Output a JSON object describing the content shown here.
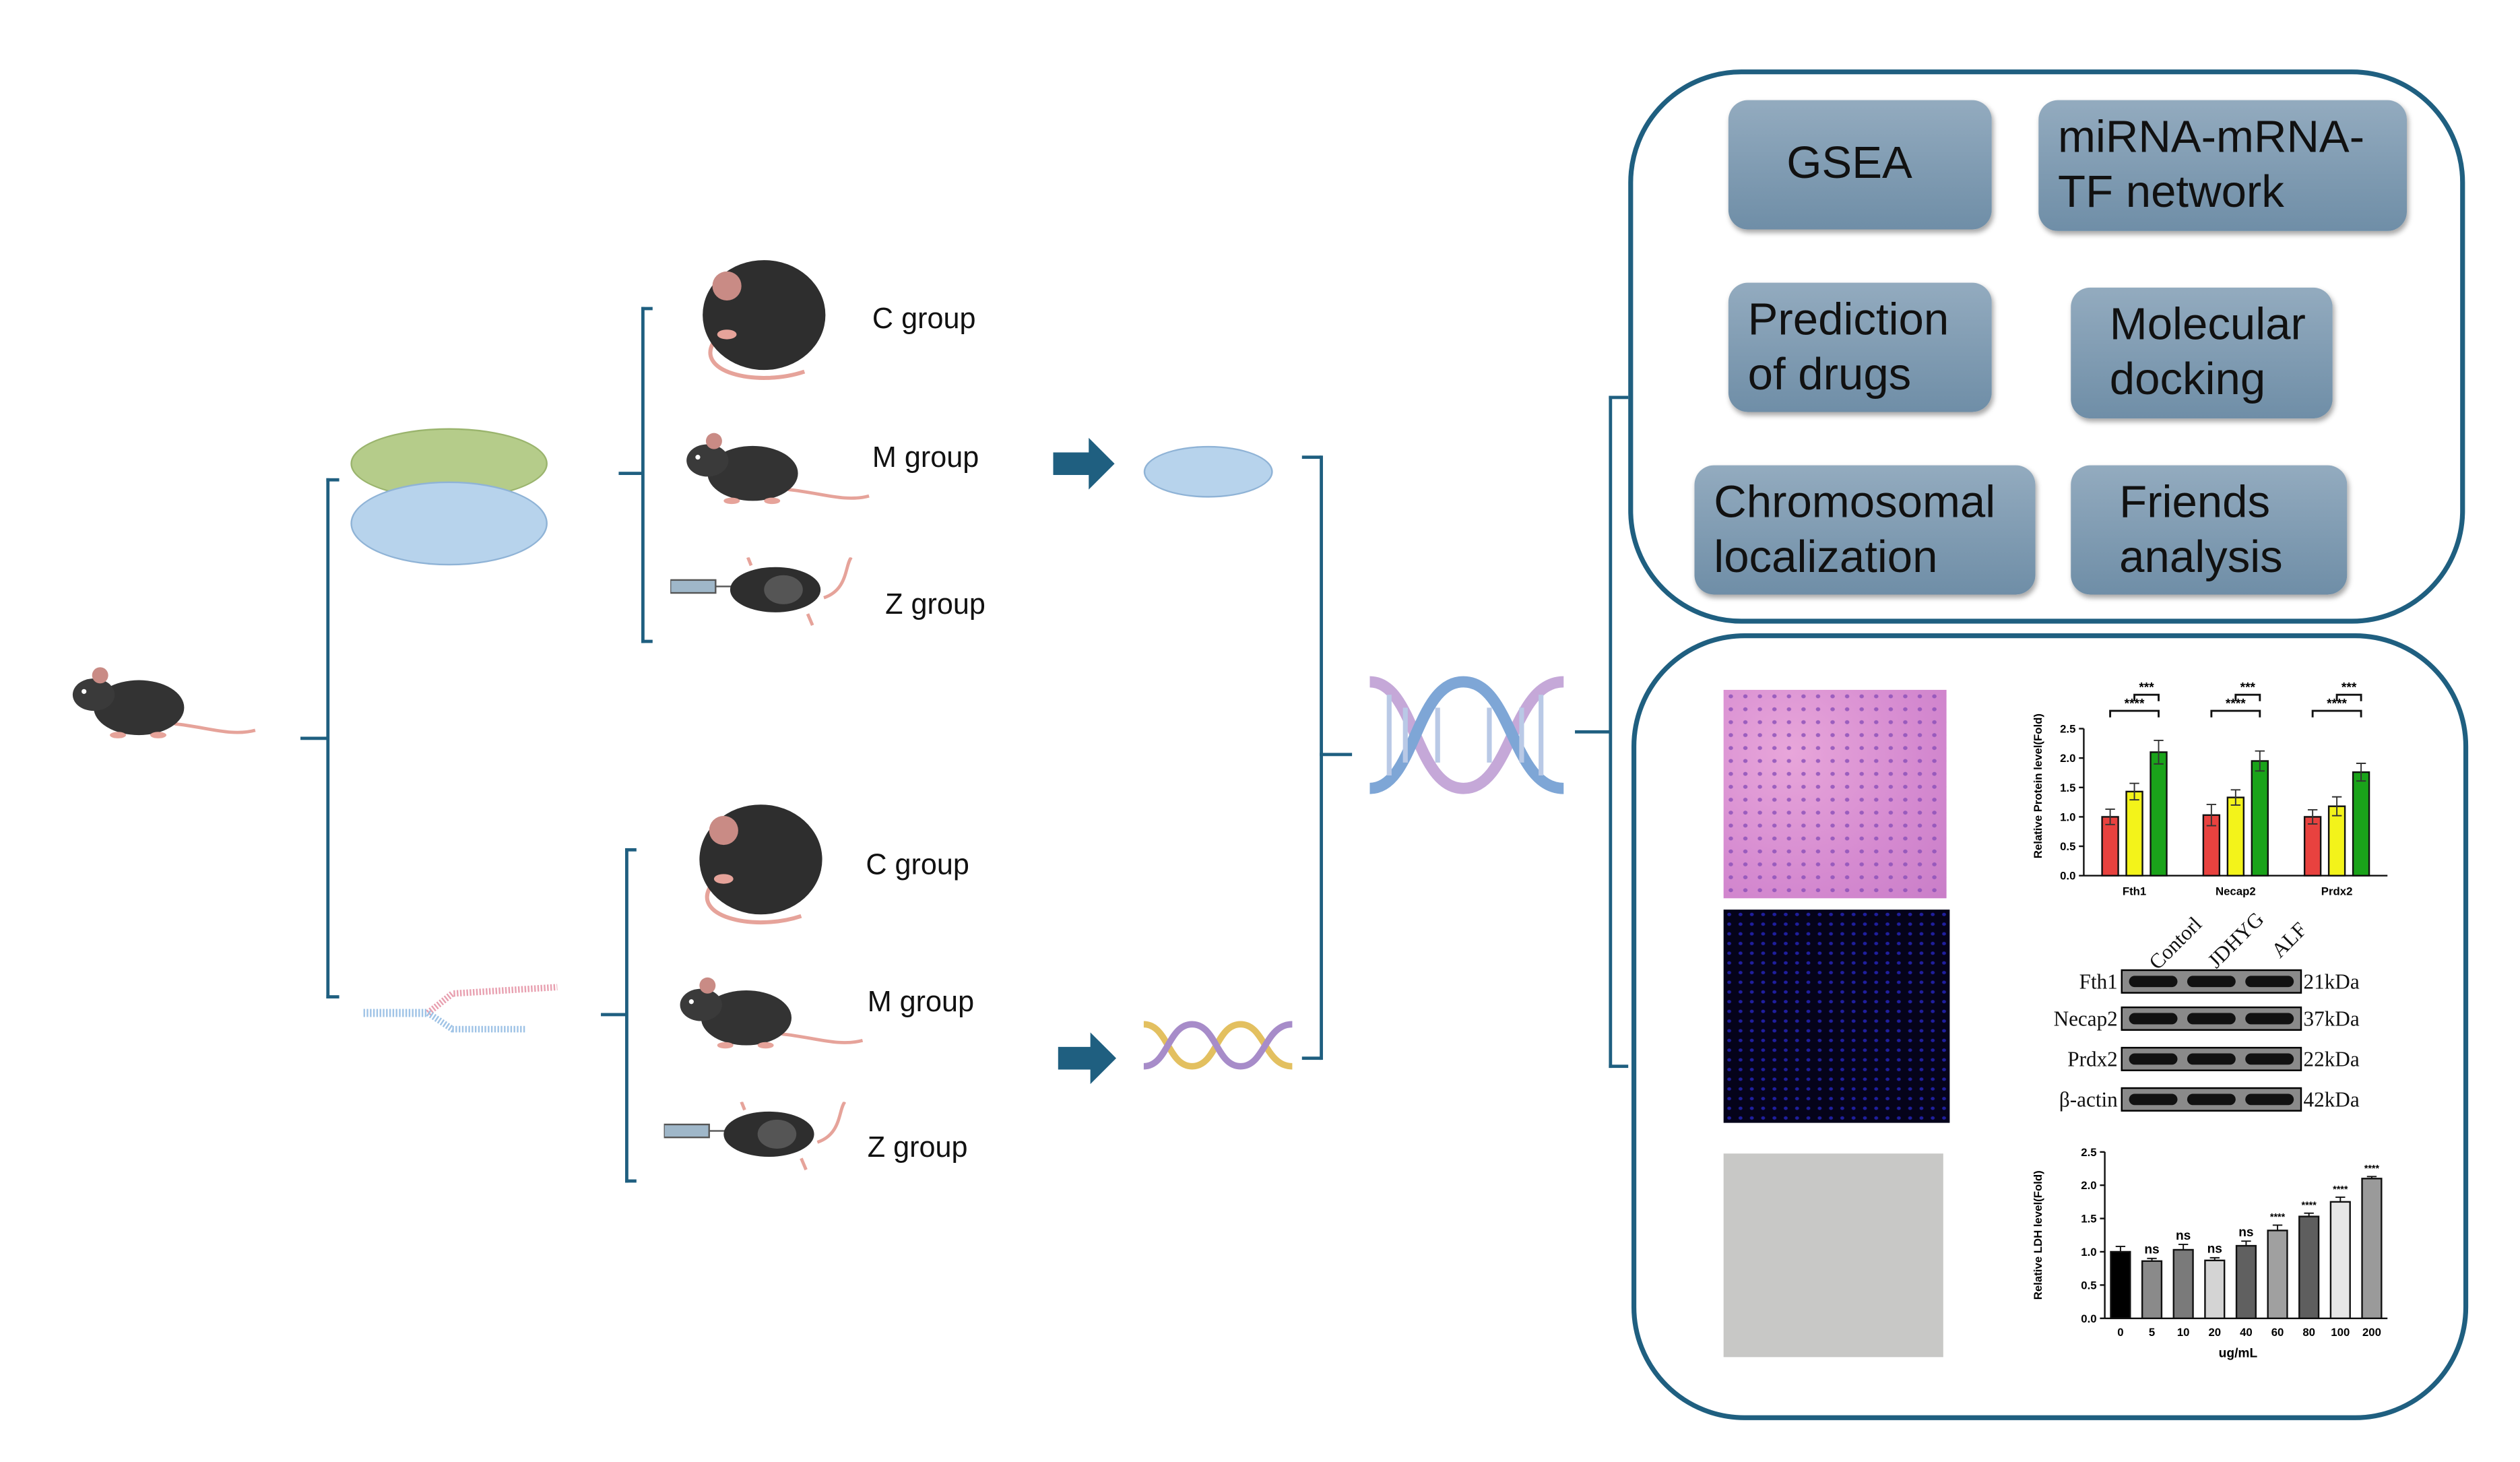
{
  "groups_top": {
    "c": "C group",
    "m": "M group",
    "z": "Z group"
  },
  "groups_bottom": {
    "c": "C group",
    "m": "M group",
    "z": "Z group"
  },
  "analyses": [
    {
      "label": "GSEA"
    },
    {
      "label": "miRNA-mRNA-TF  network"
    },
    {
      "label": "Prediction of drugs"
    },
    {
      "label": "Molecular docking"
    },
    {
      "label": "Chromosomal localization"
    },
    {
      "label": "Friends analysis"
    }
  ],
  "colors": {
    "frame": "#1f5f80",
    "button": "#7f9bb2",
    "ellipse_green": "#b5cc8a",
    "ellipse_blue": "#b7d3ec"
  },
  "western_blot": {
    "lanes": [
      "Contorl",
      "JDHYG",
      "ALF"
    ],
    "rows": [
      {
        "protein": "Fth1",
        "size": "21kDa"
      },
      {
        "protein": "Necap2",
        "size": "37kDa"
      },
      {
        "protein": "Prdx2",
        "size": "22kDa"
      },
      {
        "protein": "β-actin",
        "size": "42kDa"
      }
    ]
  },
  "chart_data": [
    {
      "type": "bar",
      "ylabel": "Relative Protein level(Fold)",
      "ylim": [
        0,
        2.5
      ],
      "yticks": [
        "0.0",
        "0.5",
        "1.0",
        "1.5",
        "2.0",
        "2.5"
      ],
      "categories": [
        "Fth1",
        "Necap2",
        "Prdx2"
      ],
      "series": [
        {
          "values": [
            1.0,
            1.03,
            1.0
          ],
          "errors": [
            0.13,
            0.18,
            0.12
          ],
          "color": "#e8423f"
        },
        {
          "values": [
            1.43,
            1.33,
            1.18
          ],
          "errors": [
            0.14,
            0.13,
            0.16
          ],
          "color": "#f3f31a"
        },
        {
          "values": [
            2.1,
            1.95,
            1.76
          ],
          "errors": [
            0.2,
            0.17,
            0.15
          ],
          "color": "#1aa31a"
        }
      ],
      "significance": [
        {
          "label": "****",
          "pair": "1-3"
        },
        {
          "label": "***",
          "pair": "2-3"
        }
      ]
    },
    {
      "type": "bar",
      "ylabel": "Relative LDH level(Fold)",
      "xlabel": "ug/mL",
      "ylim": [
        0,
        2.5
      ],
      "yticks": [
        "0.0",
        "0.5",
        "1.0",
        "1.5",
        "2.0",
        "2.5"
      ],
      "categories": [
        "0",
        "5",
        "10",
        "20",
        "40",
        "60",
        "80",
        "100",
        "200"
      ],
      "values": [
        1.0,
        0.86,
        1.03,
        0.87,
        1.09,
        1.32,
        1.53,
        1.75,
        2.1
      ],
      "errors": [
        0.08,
        0.04,
        0.08,
        0.04,
        0.07,
        0.08,
        0.05,
        0.07,
        0.03
      ],
      "fills": [
        "#000000",
        "#8a8a8a",
        "#7a7a7a",
        "#d4d4d4",
        "#606060",
        "#a0a0a0",
        "#5e5e5e",
        "#e6e6e6",
        "#9a9a9a"
      ],
      "annotations": [
        "",
        "ns",
        "ns",
        "ns",
        "ns",
        "****",
        "****",
        "****",
        "****"
      ]
    }
  ]
}
